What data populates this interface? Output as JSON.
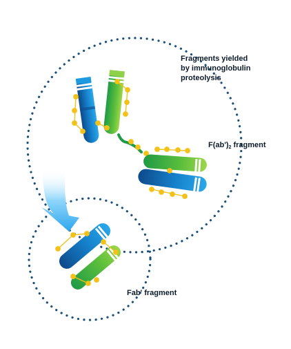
{
  "labels": {
    "title_line1": "Fragments yielded",
    "title_line2": "by immunoglobulin",
    "title_line3": "proteolysis",
    "fab2_main": "F(ab')",
    "fab2_sub": "2",
    "fab2_suffix": " fragment",
    "fab": "Fab' fragment"
  },
  "colors": {
    "dotted_circle": "#1a4f7a",
    "heavy_blue_dark": "#0d4a8a",
    "heavy_blue_light": "#1e9be0",
    "light_green_dark": "#1f9a45",
    "light_green_light": "#8fd24a",
    "disulfide_yellow": "#f2c21b",
    "arrow_blue": "#3ab0f0"
  }
}
